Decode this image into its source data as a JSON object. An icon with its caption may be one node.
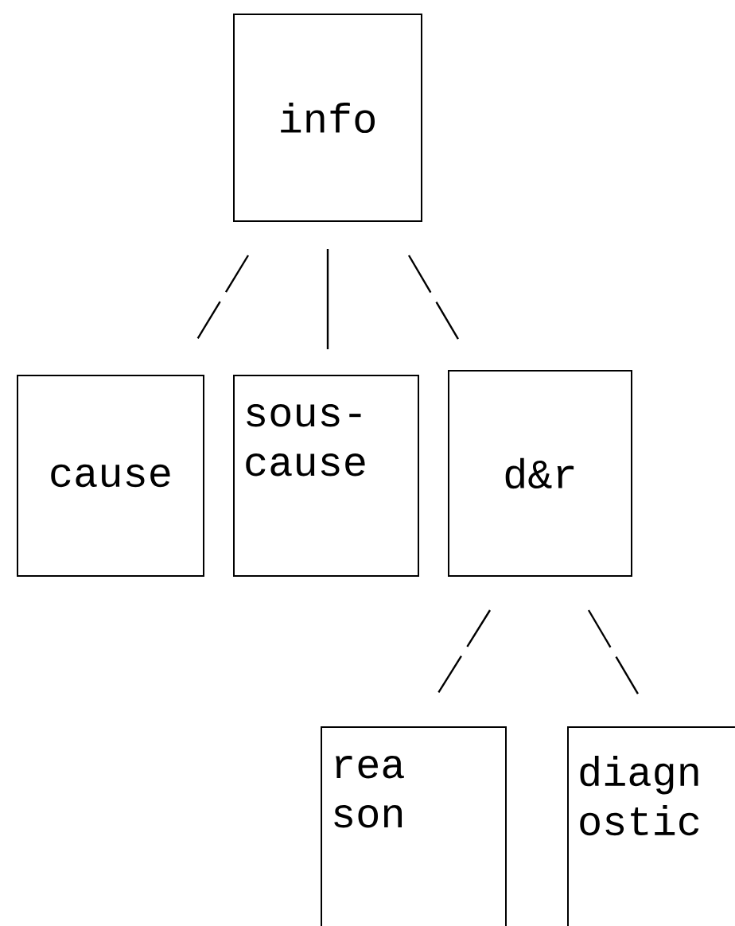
{
  "diagram": {
    "nodes": [
      {
        "text": [
          "info"
        ]
      },
      {
        "text": [
          "cause"
        ]
      },
      {
        "text": [
          "sous- cause"
        ]
      },
      {
        "text": [
          "d&r"
        ]
      },
      {
        "text": [
          "rea son"
        ]
      },
      {
        "text": [
          "diagn ostic"
        ]
      }
    ],
    "edges": [
      {
        "from": 0,
        "to": 1,
        "arrow": "none",
        "style": "dashed"
      },
      {
        "from": 0,
        "to": 2,
        "arrow": "none"
      },
      {
        "from": 0,
        "to": 3,
        "arrow": "none",
        "style": "dashed"
      },
      {
        "from": 3,
        "to": 4,
        "arrow": "none",
        "style": "dashed"
      },
      {
        "from": 3,
        "to": 5,
        "arrow": "none",
        "style": "dashed"
      }
    ]
  }
}
